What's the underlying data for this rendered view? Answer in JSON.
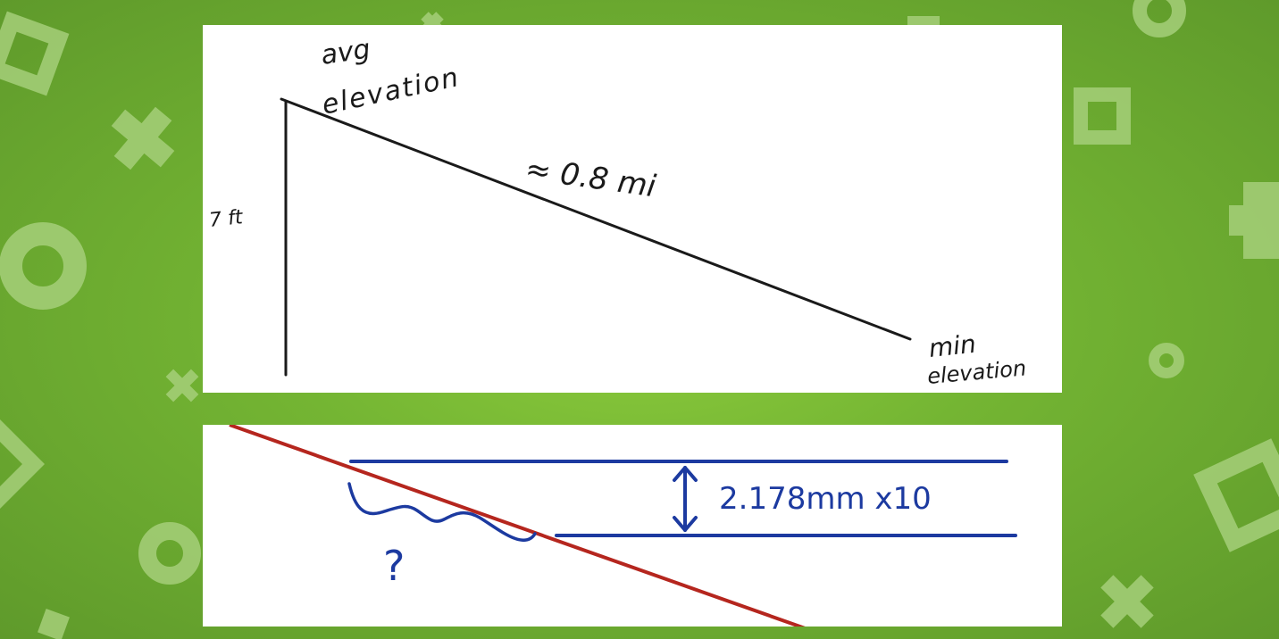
{
  "background": {
    "color": "#74b533",
    "shape_color": "#a6cf7a",
    "shapes": [
      "square-outline",
      "plus",
      "ring",
      "ring",
      "x-mark",
      "square-outline",
      "plus",
      "ring",
      "ring",
      "x-mark",
      "square-outline",
      "chevron"
    ]
  },
  "top_diagram": {
    "label_avg_line1": "avg",
    "label_avg_line2": "elevation",
    "label_height": "7 ft",
    "label_distance": "≈ 0.8 mi",
    "label_min_line1": "min",
    "label_min_line2": "elevation",
    "ink_color": "#1a1a1a"
  },
  "bottom_diagram": {
    "label_spacing": "2.178mm x10",
    "label_unknown": "?",
    "ink_color": "#1c3aa0",
    "slope_color": "#b5261e"
  }
}
